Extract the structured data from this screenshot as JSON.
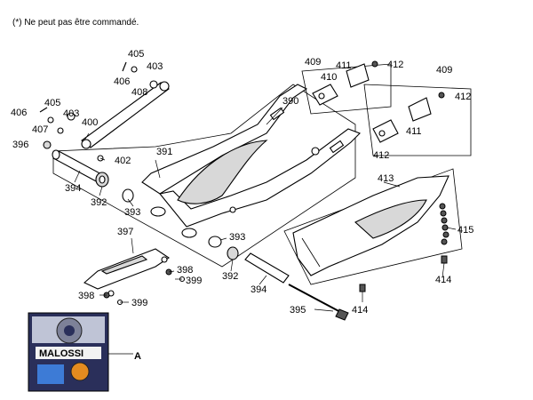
{
  "note": "(*) Ne peut pas être commandé.",
  "callouts": [
    "390",
    "391",
    "392",
    "392",
    "393",
    "393",
    "394",
    "394",
    "395",
    "396",
    "396",
    "397",
    "398",
    "398",
    "399",
    "399",
    "400",
    "402",
    "403",
    "403",
    "405",
    "405",
    "406",
    "406",
    "407",
    "408",
    "409",
    "409",
    "410",
    "411",
    "411",
    "412",
    "412",
    "412",
    "412",
    "413",
    "414",
    "414",
    "415",
    "A"
  ],
  "kit_logo": "MALOSSI"
}
